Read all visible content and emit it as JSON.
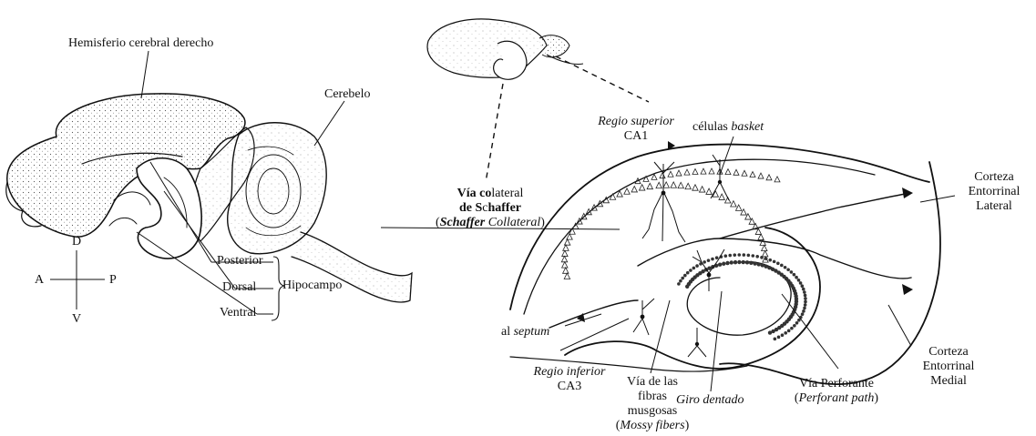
{
  "left_brain": {
    "hemisphere": "Hemisferio cerebral derecho",
    "cerebellum": "Cerebelo",
    "compass": {
      "D": "D",
      "A": "A",
      "P": "P",
      "V": "V"
    },
    "posterior": "Posterior",
    "dorsal": "Dorsal",
    "ventral": "Ventral",
    "hippocampus": "Hipocampo"
  },
  "right_hippocampus": {
    "basket": {
      "prefix": "células ",
      "italic": "basket"
    },
    "ca1": {
      "region": "Regio superior",
      "code": "CA1"
    },
    "schaffer": {
      "bold_1": "Vía co",
      "norm_1": "lateral",
      "bold_2": "de S",
      "norm_2": "c",
      "bold_3": "haffer",
      "open": "(",
      "italic_bold": "Schaffer",
      "italic": " Collateral",
      "close": ")"
    },
    "cortex_lateral": [
      "Corteza",
      "Entorrinal",
      "Lateral"
    ],
    "cortex_medial": [
      "Corteza",
      "Entorrinal",
      "Medial"
    ],
    "septum": {
      "prefix": "al ",
      "italic": "septum"
    },
    "ca3": {
      "region": "Regio inferior",
      "code": "CA3"
    },
    "mossy": {
      "line1": "Vía de las",
      "line2": "fibras",
      "line3": "musgosas",
      "open": "(",
      "italic": "Mossy fibers",
      "close": ")"
    },
    "dentate": "Giro dentado",
    "perforant": {
      "line1": "Vía Perforante",
      "open": "(",
      "italic": "Perforant path",
      "close": ")"
    }
  }
}
